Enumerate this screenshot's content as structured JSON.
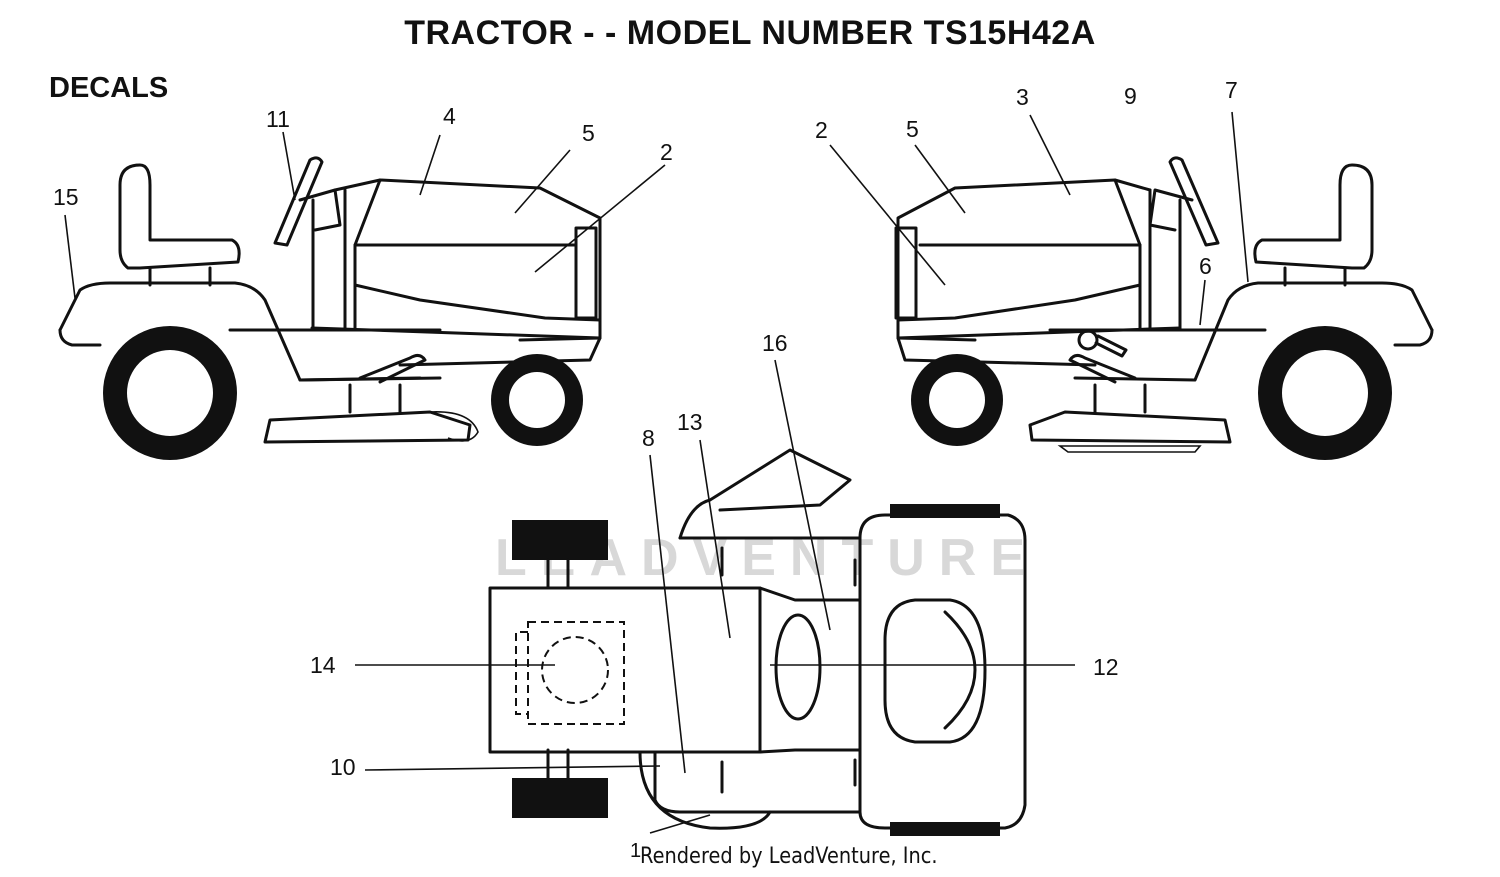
{
  "title": "TRACTOR - - MODEL NUMBER TS15H42A",
  "section_label": "DECALS",
  "footer": "Rendered by LeadVenture, Inc.",
  "watermark": "LEADVENTURE",
  "callouts": {
    "left_view": [
      "11",
      "4",
      "5",
      "2",
      "15"
    ],
    "right_view": [
      "2",
      "5",
      "3",
      "9",
      "7",
      "6"
    ],
    "top_view": [
      "16",
      "8",
      "13",
      "14",
      "12",
      "10",
      "1"
    ]
  },
  "colors": {
    "ink": "#111111",
    "background": "#ffffff"
  }
}
